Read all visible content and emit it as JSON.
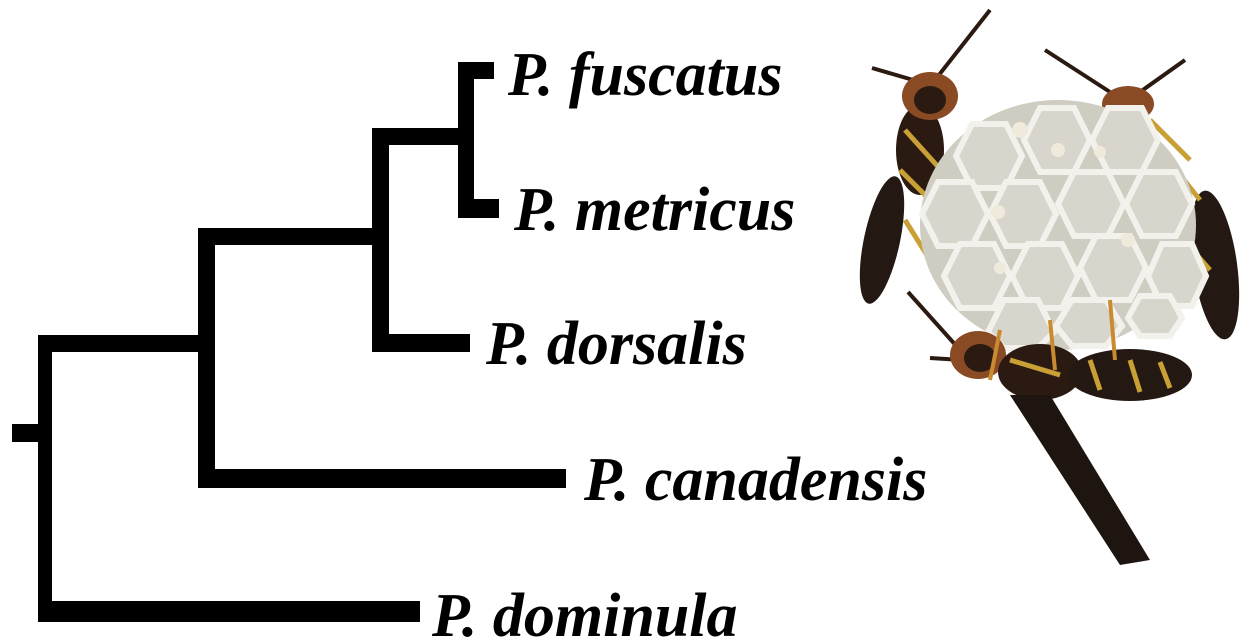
{
  "tree": {
    "taxa": [
      {
        "id": "fuscatus",
        "label": "P. fuscatus"
      },
      {
        "id": "metricus",
        "label": "P. metricus"
      },
      {
        "id": "dorsalis",
        "label": "P. dorsalis"
      },
      {
        "id": "canadensis",
        "label": "P. canadensis"
      },
      {
        "id": "dominula",
        "label": "P. dominula"
      }
    ],
    "topology": "(P. dominula,(P. canadensis,(P. dorsalis,(P. fuscatus,P. metricus))))"
  },
  "image": {
    "subject": "wasps-on-paper-nest",
    "colors": {
      "branch": "#000000",
      "comb": "#d8d6cc",
      "comb_edge": "#f2f1ec",
      "wasp_body": "#2a1a12",
      "wasp_marking": "#c9a035",
      "wasp_head": "#8a4a24"
    }
  }
}
